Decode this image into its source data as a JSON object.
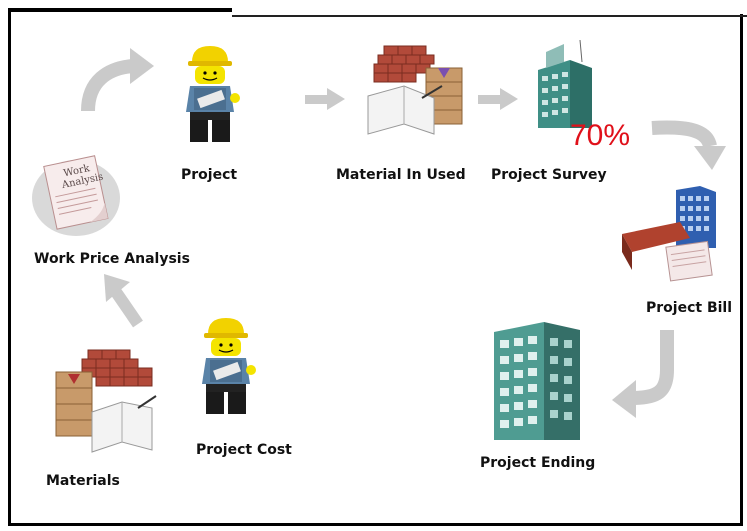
{
  "nodes": {
    "work_price_analysis": "Work Price Analysis",
    "project": "Project",
    "material_in_used": "Material In Used",
    "project_survey": "Project Survey",
    "project_bill": "Project Bill",
    "project_ending": "Project Ending",
    "project_cost": "Project Cost",
    "materials": "Materials"
  },
  "document_text": {
    "line1": "Work",
    "line2": "Analysis"
  },
  "survey_progress": "70%",
  "colors": {
    "progress_text": "#e0101a",
    "arrow": "#c9c9c9",
    "building_green": "#3f8f86",
    "building_blue": "#2f5fb0",
    "brick": "#b24a3a"
  },
  "icons": [
    "document-icon",
    "worker-icon",
    "materials-icon",
    "building-icon",
    "bill-icon",
    "arrow-icon"
  ]
}
